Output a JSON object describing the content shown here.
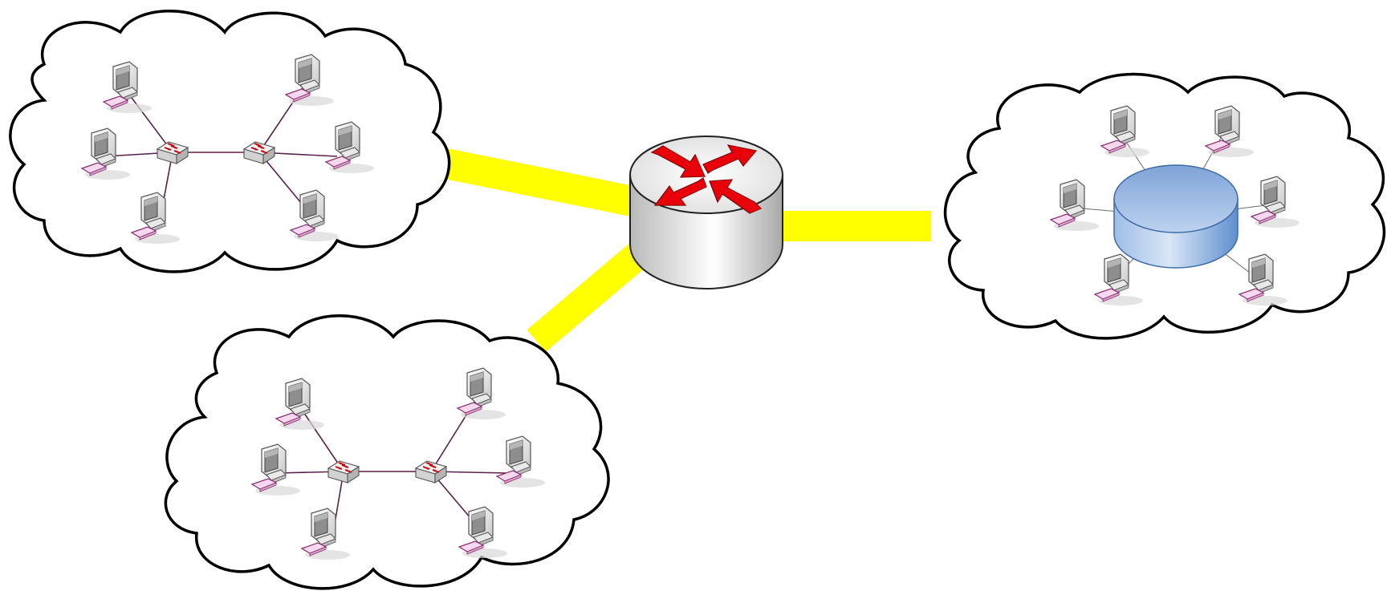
{
  "diagram": {
    "type": "network-topology",
    "colors": {
      "background": "#ffffff",
      "wan_link": "#ffff00",
      "cloud_fill": "#ffffff",
      "cloud_stroke": "#000000",
      "lan_cable": "#5a1f4a",
      "router_arrow": "#e8000b",
      "hub_fill": "#9ab8e0"
    },
    "nodes": [
      {
        "id": "router",
        "kind": "router",
        "icon": "router-icon"
      },
      {
        "id": "lan-top-left",
        "kind": "cloud-network",
        "topology": "two-switch",
        "switches": 2,
        "computers": 6
      },
      {
        "id": "lan-bottom-left",
        "kind": "cloud-network",
        "topology": "two-switch",
        "switches": 2,
        "computers": 6
      },
      {
        "id": "lan-right",
        "kind": "cloud-network",
        "topology": "star",
        "hubs": 1,
        "computers": 6
      }
    ],
    "links": [
      {
        "from": "router",
        "to": "lan-top-left",
        "style": "wan-link"
      },
      {
        "from": "router",
        "to": "lan-bottom-left",
        "style": "wan-link"
      },
      {
        "from": "router",
        "to": "lan-right",
        "style": "wan-link"
      }
    ]
  }
}
